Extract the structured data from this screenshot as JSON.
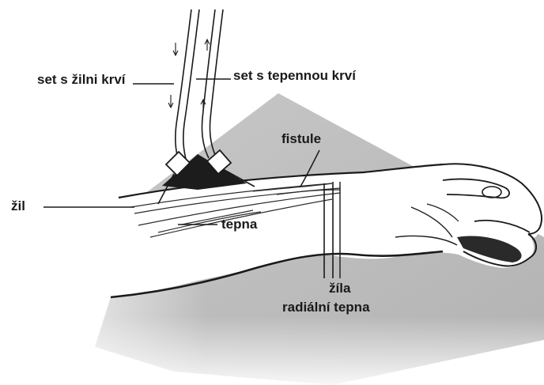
{
  "labels": {
    "venous_set": "set s žilni krví",
    "arterial_set": "set s tepennou krví",
    "fistula": "fistule",
    "vein_left": "žil",
    "artery": "tepna",
    "vein": "žíla",
    "radial_artery": "radiální tepna"
  },
  "colors": {
    "background": "#ffffff",
    "ink": "#1a1a1a",
    "shadow_plane": "#b9b9b9"
  }
}
